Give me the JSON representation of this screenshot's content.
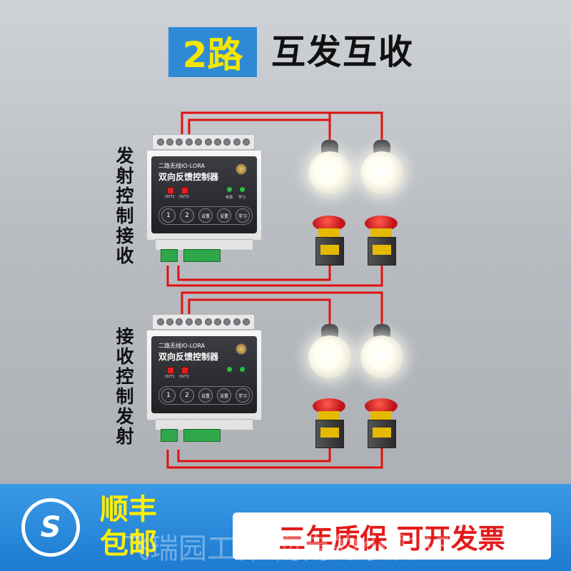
{
  "title": {
    "badge": "2路",
    "text": "互发互收"
  },
  "labels": {
    "top": "发射控制接收",
    "bottom": "接收控制发射"
  },
  "device": {
    "model": "二路无线IO-LORA",
    "name": "双向反馈控制器",
    "out1": "OUT1",
    "out2": "OUT2",
    "ind1": "电源",
    "ind2": "学习",
    "keys": [
      "1",
      "2",
      "设置",
      "设置",
      "学习"
    ]
  },
  "colors": {
    "wire": "#e01010",
    "badge": "#2f8ad6",
    "footer": "#1d7bd0"
  },
  "footer": {
    "logo": "S",
    "sf_line1": "顺丰",
    "sf_line2": "包邮",
    "promise": "三年质保 可开发票",
    "watermark": "飞瑞园工作 南南的小店55"
  }
}
